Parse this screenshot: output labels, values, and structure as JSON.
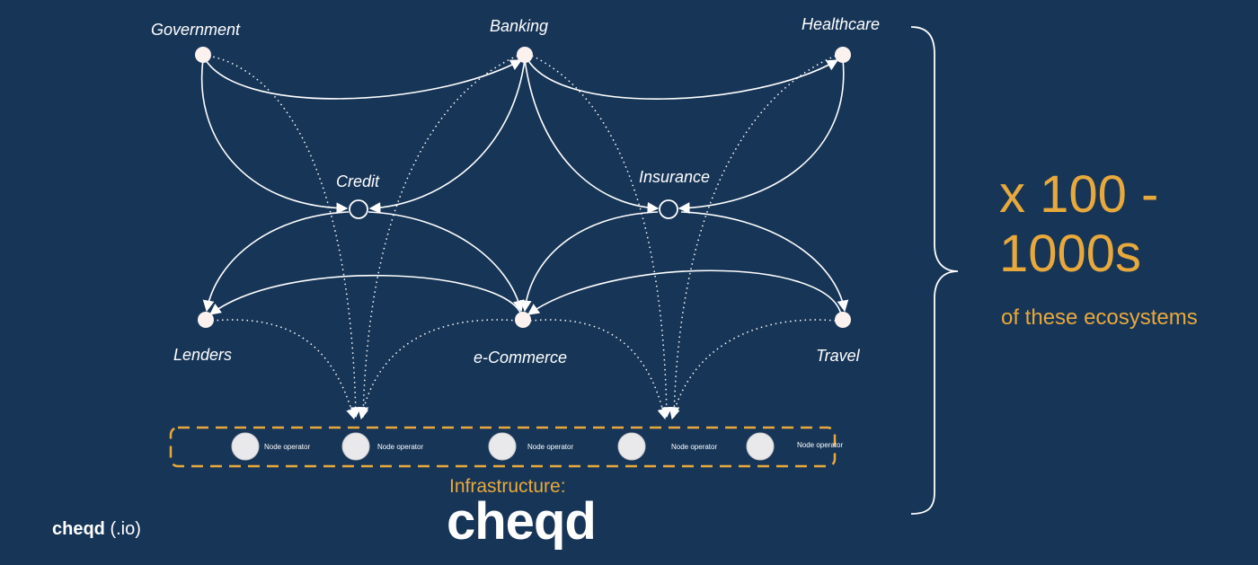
{
  "nodes": {
    "government": "Government",
    "banking": "Banking",
    "healthcare": "Healthcare",
    "credit": "Credit",
    "insurance": "Insurance",
    "lenders": "Lenders",
    "ecommerce": "e-Commerce",
    "travel": "Travel"
  },
  "node_operators": [
    "Node operator",
    "Node operator",
    "Node operator",
    "Node operator",
    "Node operator"
  ],
  "scale": {
    "line1": "x 100 -",
    "line2": "1000s",
    "subtitle": "of these ecosystems"
  },
  "infrastructure": {
    "label": "Infrastructure:",
    "brand": "cheqd"
  },
  "footer": {
    "brand": "cheqd",
    "suffix": "(.io)"
  },
  "colors": {
    "background": "#173557",
    "accent": "#e8a93c",
    "line": "#ffffff",
    "node_fill": "#fbf2f0",
    "operator_fill": "#e9e9ec"
  }
}
